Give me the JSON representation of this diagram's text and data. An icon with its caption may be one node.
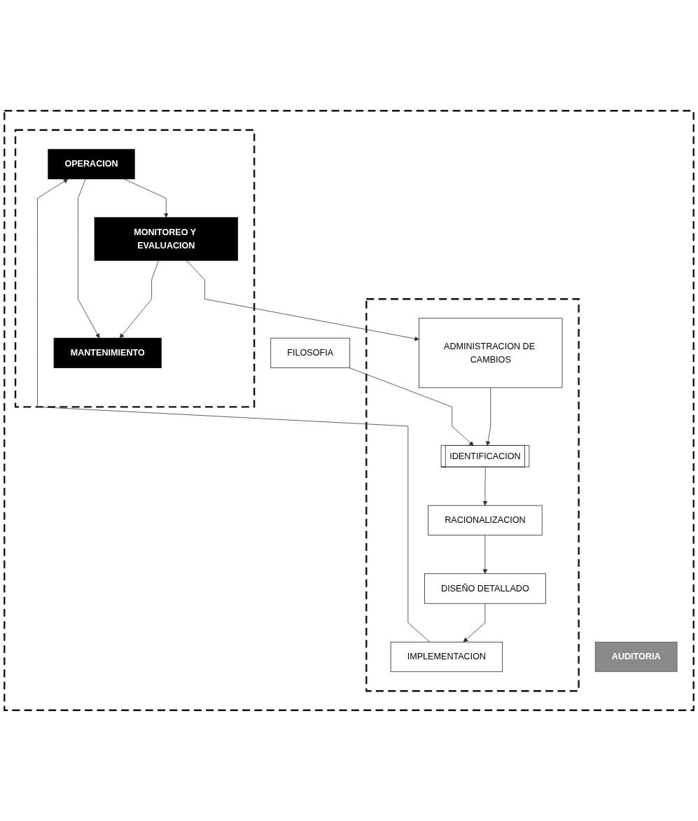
{
  "diagram": {
    "nodes": [
      {
        "text": [],
        "shape": "box"
      },
      {
        "text": [
          "FILOSOFIA"
        ],
        "in": 0
      },
      {
        "text": [],
        "shape": "box",
        "in": 0
      },
      {
        "text": [
          "IDENTIFICACION"
        ],
        "in": 2
      },
      {
        "text": [
          "RACIONALIZACION"
        ],
        "in": 2
      },
      {
        "text": [
          "DISEÑO DETALLADO"
        ],
        "in": 2
      },
      {
        "text": [
          "IMPLEMENTACION"
        ],
        "in": 2
      },
      {
        "text": [
          "ADMINISTRACION DE CAMBIOS"
        ],
        "in": 2
      },
      {
        "text": [],
        "shape": "box",
        "in": 0
      },
      {
        "text": [
          "OPERACION"
        ],
        "in": 8
      },
      {
        "text": [
          "MANTENIMIENTO"
        ],
        "in": 8
      },
      {
        "text": [
          "MONITOREO Y EVALUACION"
        ],
        "in": 8
      },
      {
        "text": [
          "AUDITORIA"
        ],
        "in": 0
      }
    ],
    "edges": [
      {
        "from": 1,
        "to": 3,
        "arrow": "to"
      },
      {
        "from": 7,
        "to": 3,
        "arrow": "to"
      },
      {
        "from": 3,
        "to": 4,
        "arrow": "to"
      },
      {
        "from": 4,
        "to": 5,
        "arrow": "to"
      },
      {
        "from": 5,
        "to": 6,
        "arrow": "to"
      },
      {
        "from": 6,
        "to": 9,
        "arrow": "to"
      },
      {
        "from": 11,
        "to": 7,
        "arrow": "to"
      },
      {
        "from": 9,
        "to": 11,
        "arrow": "to"
      },
      {
        "from": 9,
        "to": 10,
        "arrow": "to"
      },
      {
        "from": 11,
        "to": 10,
        "arrow": "to"
      }
    ]
  }
}
